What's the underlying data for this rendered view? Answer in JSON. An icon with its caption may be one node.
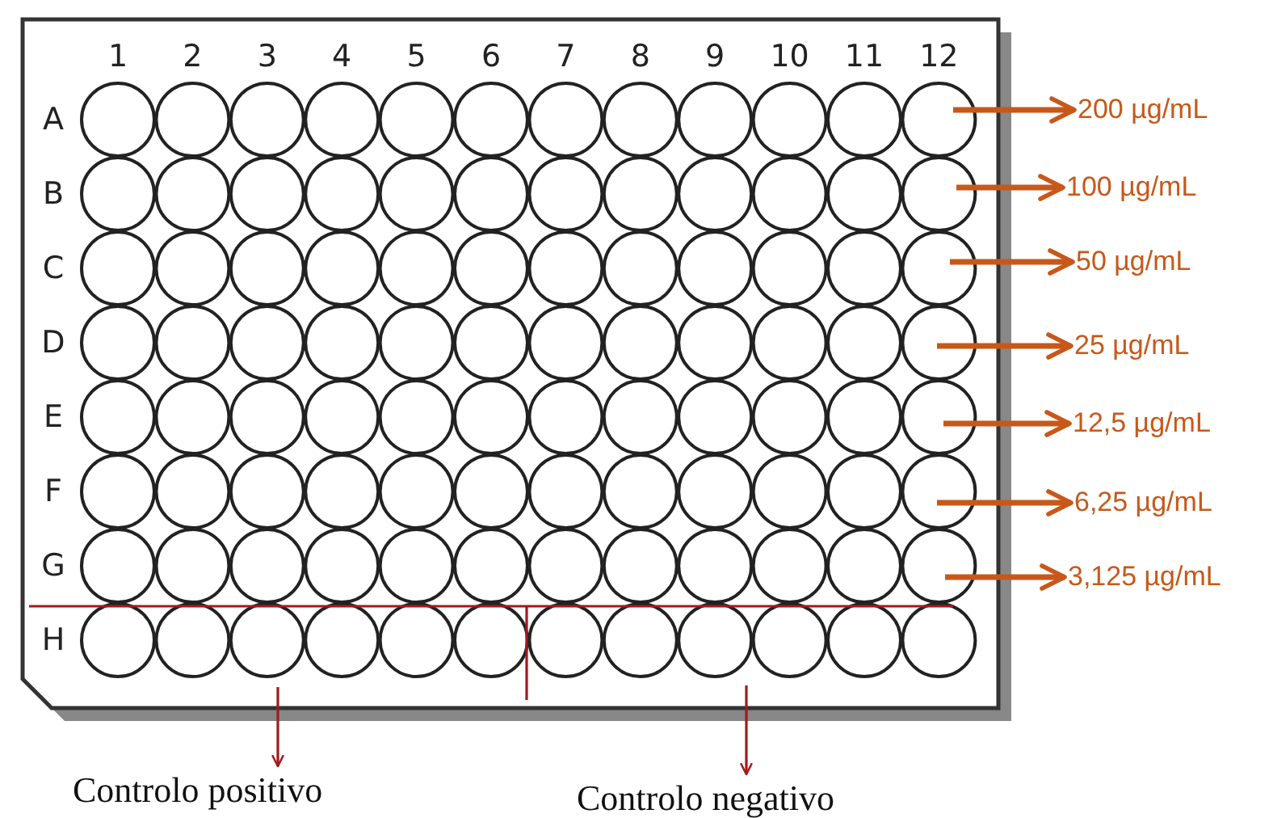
{
  "diagram": {
    "nodes": [
      {
        "text": [
          "200 µg/mL"
        ]
      },
      {
        "text": [
          "100 µg/mL"
        ]
      },
      {
        "text": [
          "50 µg/mL"
        ]
      },
      {
        "text": [
          "25 µg/mL"
        ]
      },
      {
        "text": [
          "12,5 µg/mL"
        ]
      },
      {
        "text": [
          "6,25 µg/mL"
        ]
      },
      {
        "text": [
          "3,125 µg/mL"
        ]
      },
      {
        "text": [
          "Controlo positivo"
        ]
      },
      {
        "text": [
          "Controlo negativo"
        ]
      }
    ],
    "edges": [
      {
        "from": null,
        "to": 0,
        "arrow": "to"
      },
      {
        "from": null,
        "to": 1,
        "arrow": "to"
      },
      {
        "from": null,
        "to": 2,
        "arrow": "to"
      },
      {
        "from": null,
        "to": 3,
        "arrow": "to"
      },
      {
        "from": null,
        "to": 4,
        "arrow": "to"
      },
      {
        "from": null,
        "to": 5,
        "arrow": "to"
      },
      {
        "from": null,
        "to": 6,
        "arrow": "to"
      },
      {
        "from": null,
        "to": 7,
        "arrow": "to",
        "color": "#a3191b"
      },
      {
        "from": null,
        "to": 8,
        "arrow": "to",
        "color": "#a3191b"
      }
    ],
    "labels": [
      "1",
      "2",
      "3",
      "4",
      "5",
      "6",
      "7",
      "8",
      "9",
      "10",
      "11",
      "12",
      "A",
      "B",
      "C",
      "D",
      "E",
      "F",
      "G",
      "H"
    ]
  }
}
